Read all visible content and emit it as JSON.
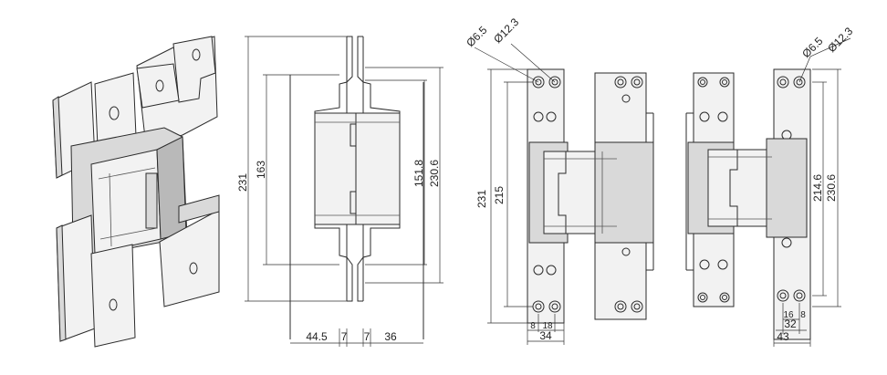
{
  "side_view": {
    "dims": {
      "total_height": "231",
      "left_height": "163",
      "right_inner_height": "151.8",
      "right_outer_height": "230.6",
      "left_width": "44.5",
      "left_gap": "7",
      "right_gap": "7",
      "right_width": "36"
    }
  },
  "front_view_1": {
    "dims": {
      "hole_small": "Ø6.5",
      "hole_large": "Ø12.3",
      "total_height": "231",
      "hole_spacing": "215",
      "offset_a": "8",
      "offset_b": "18",
      "plate_width": "34"
    }
  },
  "front_view_2": {
    "dims": {
      "hole_small": "Ø6.5",
      "hole_large": "Ø12.3",
      "hole_spacing": "214.6",
      "total_height": "230.6",
      "offset_a": "16",
      "offset_b": "8",
      "hole_span": "32",
      "plate_width": "43"
    }
  }
}
